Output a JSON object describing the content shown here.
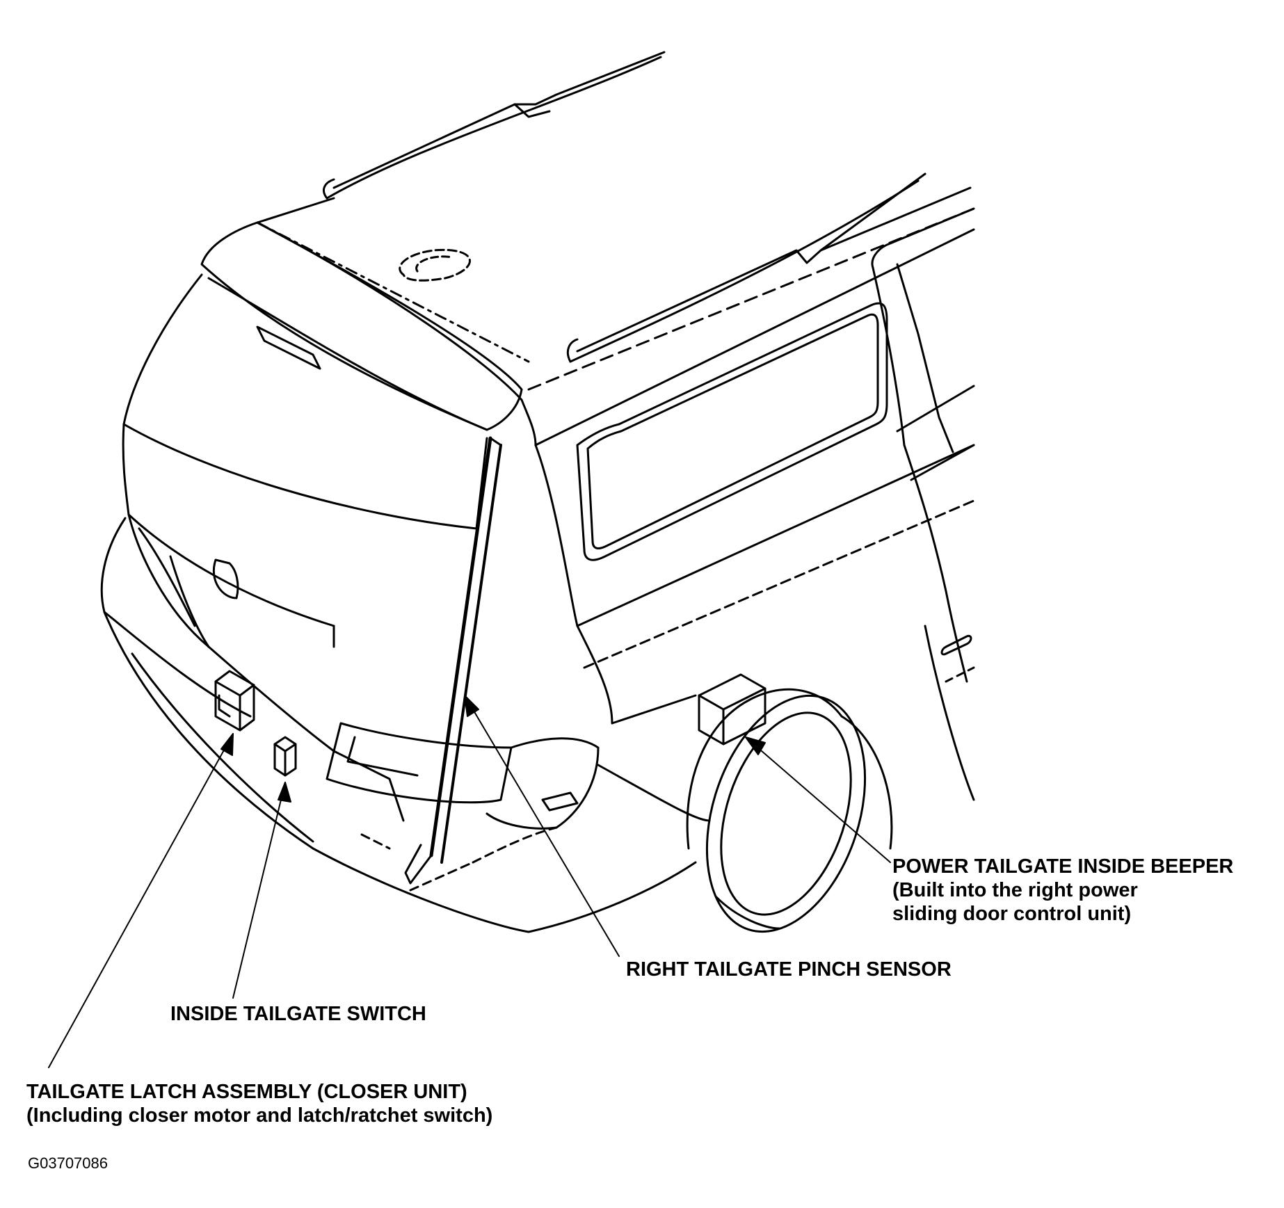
{
  "diagram": {
    "labels": {
      "beeper": {
        "title": "POWER TAILGATE INSIDE BEEPER",
        "line2": "(Built into the right power",
        "line3": "sliding door control unit)"
      },
      "pinch_sensor": "RIGHT TAILGATE PINCH SENSOR",
      "inside_switch": "INSIDE TAILGATE SWITCH",
      "latch": {
        "title": "TAILGATE LATCH ASSEMBLY (CLOSER UNIT)",
        "line2": "(Including closer motor and latch/ratchet switch)"
      }
    },
    "figure_code": "G03707086"
  }
}
